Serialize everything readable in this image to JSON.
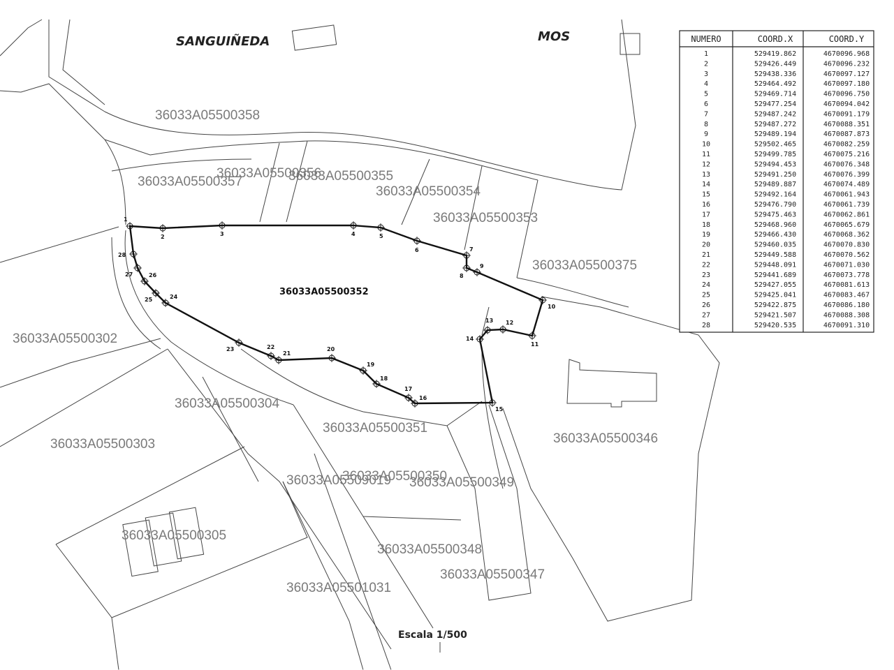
{
  "places": {
    "left": "SANGUIÑEDA",
    "right": "MOS"
  },
  "main_parcel": "36033A05500352",
  "parcels": [
    "36033A05500358",
    "36033A05500357",
    "36033A05500356",
    "36033A05500355",
    "36033A05500354",
    "36033A05500353",
    "36033A05500375",
    "36033A05500302",
    "36033A05500304",
    "36033A05500351",
    "36033A05500346",
    "36033A05500303",
    "36033A05509019",
    "36033A05500350",
    "36033A05500349",
    "36033A05500305",
    "36033A05500348",
    "36033A05500347",
    "36033A05501031"
  ],
  "scale": "Escala 1/500",
  "table": {
    "headers": [
      "NUMERO",
      "COORD.X",
      "COORD.Y"
    ],
    "rows": [
      [
        "1",
        "529419.862",
        "4670096.968"
      ],
      [
        "2",
        "529426.449",
        "4670096.232"
      ],
      [
        "3",
        "529438.336",
        "4670097.127"
      ],
      [
        "4",
        "529464.492",
        "4670097.180"
      ],
      [
        "5",
        "529469.714",
        "4670096.750"
      ],
      [
        "6",
        "529477.254",
        "4670094.042"
      ],
      [
        "7",
        "529487.242",
        "4670091.179"
      ],
      [
        "8",
        "529487.272",
        "4670088.351"
      ],
      [
        "9",
        "529489.194",
        "4670087.873"
      ],
      [
        "10",
        "529502.465",
        "4670082.259"
      ],
      [
        "11",
        "529499.785",
        "4670075.216"
      ],
      [
        "12",
        "529494.453",
        "4670076.348"
      ],
      [
        "13",
        "529491.250",
        "4670076.399"
      ],
      [
        "14",
        "529489.887",
        "4670074.489"
      ],
      [
        "15",
        "529492.164",
        "4670061.943"
      ],
      [
        "16",
        "529476.790",
        "4670061.739"
      ],
      [
        "17",
        "529475.463",
        "4670062.861"
      ],
      [
        "18",
        "529468.960",
        "4670065.679"
      ],
      [
        "19",
        "529466.430",
        "4670068.362"
      ],
      [
        "20",
        "529460.035",
        "4670070.830"
      ],
      [
        "21",
        "529449.588",
        "4670070.562"
      ],
      [
        "22",
        "529448.091",
        "4670071.030"
      ],
      [
        "23",
        "529441.689",
        "4670073.778"
      ],
      [
        "24",
        "529427.055",
        "4670081.613"
      ],
      [
        "25",
        "529425.041",
        "4670083.467"
      ],
      [
        "26",
        "529422.875",
        "4670086.180"
      ],
      [
        "27",
        "529421.507",
        "4670088.308"
      ],
      [
        "28",
        "529420.535",
        "4670091.310"
      ]
    ]
  }
}
